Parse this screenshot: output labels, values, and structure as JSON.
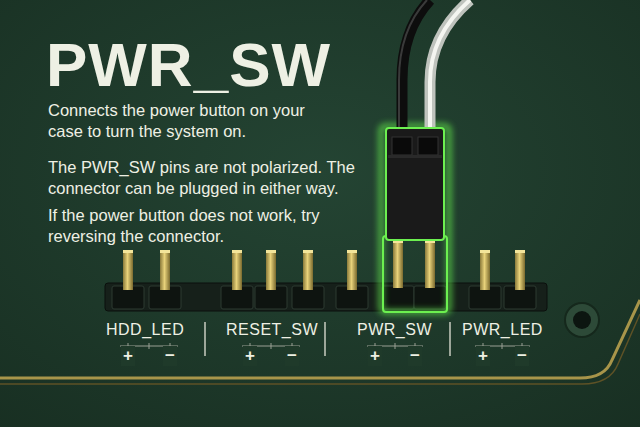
{
  "diagram": {
    "title": "PWR_SW",
    "labels": [
      "Connects the power button on your case to turn the system on.",
      "The PWR_SW pins are not polarized. The connector can be plugged in either way.",
      "If the power button does not work, try reversing the connector.",
      "HDD_LED",
      "+",
      "−",
      "RESET_SW",
      "+",
      "−",
      "PWR_SW",
      "+",
      "−",
      "PWR_LED",
      "+",
      "−"
    ]
  }
}
